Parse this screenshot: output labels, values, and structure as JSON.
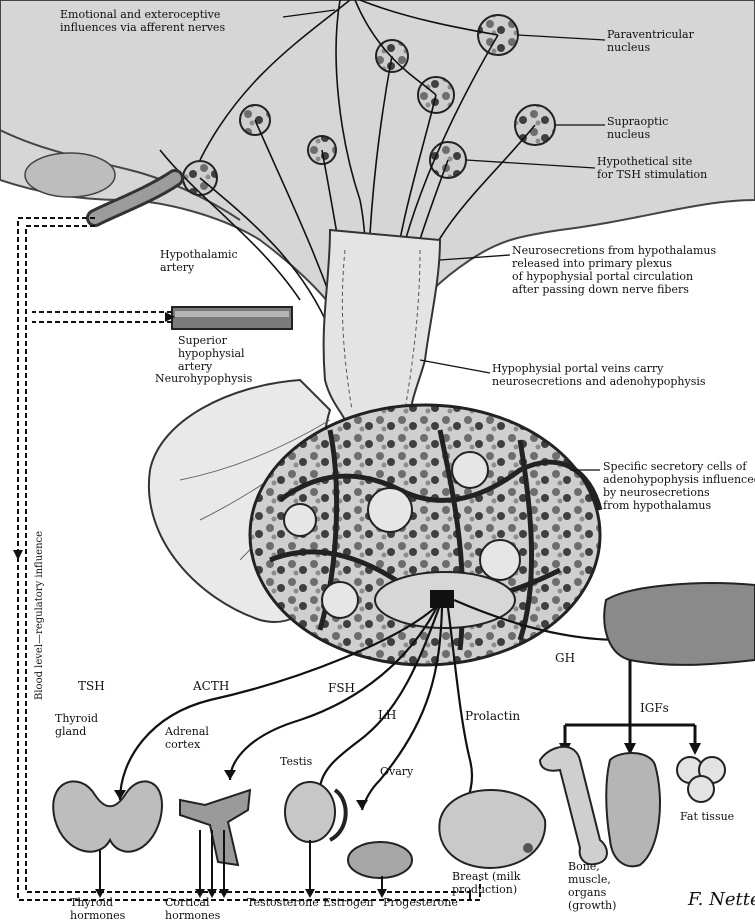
{
  "figure": {
    "top_left": {
      "line1": "Emotional and exteroceptive",
      "line2": "influences via afferent nerves"
    },
    "paraventricular": {
      "line1": "Paraventricular",
      "line2": "nucleus"
    },
    "supraoptic": {
      "line1": "Supraoptic",
      "line2": "nucleus"
    },
    "tsh_site": {
      "line1": "Hypothetical site",
      "line2": "for TSH stimulation"
    },
    "hypothalamic_artery": {
      "line1": "Hypothalamic",
      "line2": "artery"
    },
    "neurosecretions": {
      "line1": "Neurosecretions from hypothalamus",
      "line2": "released into primary plexus",
      "line3": "of hypophysial portal circulation",
      "line4": "after passing down nerve fibers"
    },
    "superior_artery": {
      "line1": "Superior",
      "line2": "hypophysial",
      "line3": "artery"
    },
    "portal_veins": {
      "line1": "Hypophysial portal veins carry",
      "line2": "neurosecretions and adenohypophysis"
    },
    "neurohypophysis": "Neurohypophysis",
    "specific_cells": {
      "line1": "Specific secretory cells of",
      "line2": "adenohypophysis influenced",
      "line3": "by neurosecretions",
      "line4": "from hypothalamus"
    },
    "side_label": "Blood level—regulatory influence",
    "hormones": {
      "tsh": "TSH",
      "acth": "ACTH",
      "fsh": "FSH",
      "lh": "LH",
      "prolactin": "Prolactin",
      "gh": "GH",
      "igfs": "IGFs"
    },
    "organs": {
      "thyroid": {
        "line1": "Thyroid",
        "line2": "gland"
      },
      "adrenal": {
        "line1": "Adrenal",
        "line2": "cortex"
      },
      "testis": "Testis",
      "ovary": "Ovary",
      "fat": "Fat tissue",
      "breast": {
        "line1": "Breast (milk",
        "line2": "production)"
      },
      "bone": {
        "line1": "Bone,",
        "line2": "muscle,",
        "line3": "organs",
        "line4": "(growth)"
      }
    },
    "outputs": {
      "thyroid": {
        "line1": "Thyroid",
        "line2": "hormones"
      },
      "cortical": {
        "line1": "Cortical",
        "line2": "hormones"
      },
      "testosterone": "Testosterone",
      "estrogen": "Estrogen",
      "progesterone": "Progesterone"
    },
    "signature": "F. Netter"
  }
}
